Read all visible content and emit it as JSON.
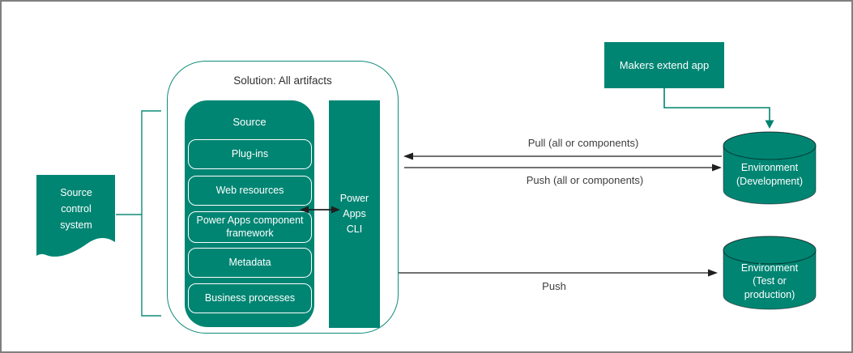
{
  "colors": {
    "teal_fill": "#008573",
    "teal_line": "#0f8b78",
    "arrow_black": "#1f1f1f",
    "label_text": "#3d3d3d",
    "frame_gray": "#7f7f7f"
  },
  "solution": {
    "title": "Solution: All artifacts"
  },
  "source_group": {
    "title": "Source",
    "items": [
      "Plug-ins",
      "Web resources",
      "Power Apps component framework",
      "Metadata",
      "Business processes"
    ]
  },
  "cli": {
    "label": "Power\nApps\nCLI"
  },
  "source_control": {
    "label": "Source\ncontrol\nsystem"
  },
  "makers": {
    "label": "Makers extend app"
  },
  "environments": {
    "development": "Environment\n(Development)",
    "test": "Environment\n(Test or\nproduction)"
  },
  "arrows": {
    "pull_label": "Pull (all or components)",
    "push_label": "Push (all or components)",
    "push_bottom_label": "Push"
  }
}
